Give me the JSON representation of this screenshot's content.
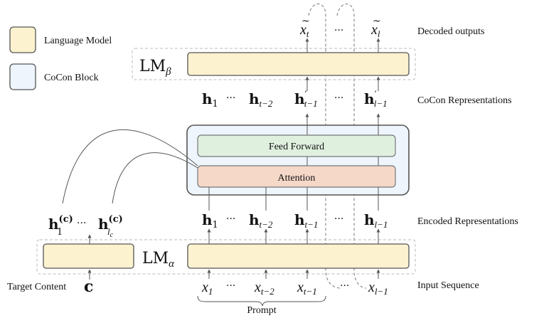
{
  "legend": {
    "language_model": "Language Model",
    "cocon_block": "CoCon Block"
  },
  "colors": {
    "lm_fill": "#fdf2cf",
    "cocon_fill": "#eef5fc",
    "feed_forward_fill": "#dff0df",
    "attention_fill": "#f6d8c8",
    "stroke": "#555555"
  },
  "row_labels": {
    "decoded": "Decoded outputs",
    "cocon_repr": "CoCon Representations",
    "encoded_repr": "Encoded Representations",
    "input_seq": "Input Sequence"
  },
  "blocks": {
    "lm_beta": {
      "main": "LM",
      "sub": "β"
    },
    "lm_alpha": {
      "main": "LM",
      "sub": "α"
    },
    "feed_forward": "Feed Forward",
    "attention": "Attention"
  },
  "symbols": {
    "decoded_xt": {
      "base": "x",
      "sub": "t"
    },
    "decoded_xl": {
      "base": "x",
      "sub": "l"
    },
    "ellipsis": "···",
    "cocon_h1": {
      "base": "h",
      "sub": "1"
    },
    "cocon_ht2": {
      "base": "h",
      "sub": "t−2"
    },
    "cocon_ht1": {
      "base": "h",
      "sub": "t−1",
      "prime": "′"
    },
    "cocon_hl1": {
      "base": "h",
      "sub": "l−1",
      "prime": "′"
    },
    "enc_h1": {
      "base": "h",
      "sub": "1"
    },
    "enc_ht2": {
      "base": "h",
      "sub": "t−2"
    },
    "enc_ht1": {
      "base": "h",
      "sub": "t−1"
    },
    "enc_hl1": {
      "base": "h",
      "sub": "l−1"
    },
    "content_h1": {
      "base": "h",
      "sup": "(c)",
      "sub": "1"
    },
    "content_hlc": {
      "base": "h",
      "sup": "(c)",
      "sub": "l",
      "subsub": "c"
    },
    "in_x1": {
      "base": "x",
      "sub": "1"
    },
    "in_xt2": {
      "base": "x",
      "sub": "t−2"
    },
    "in_xt1": {
      "base": "x",
      "sub": "t−1"
    },
    "in_xl1": {
      "base": "x",
      "sub": "l−1"
    }
  },
  "target_content": {
    "label": "Target Content",
    "symbol": "c"
  },
  "prompt_label": "Prompt"
}
